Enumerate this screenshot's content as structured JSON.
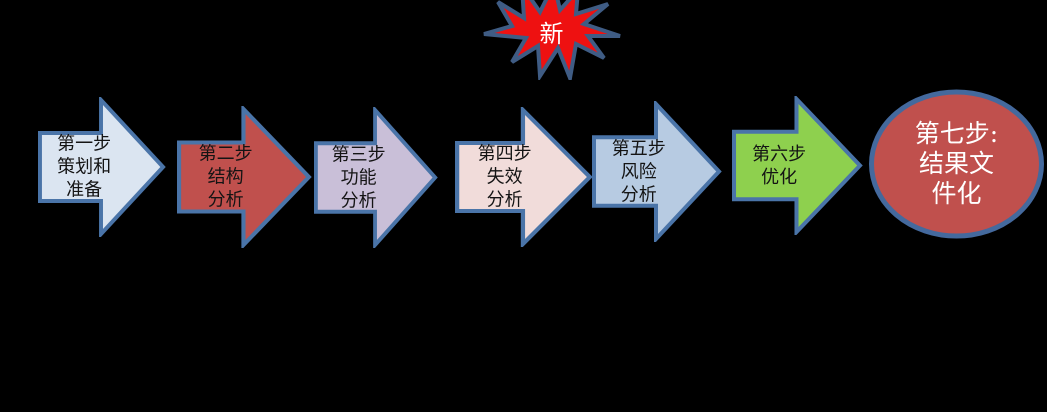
{
  "diagram": {
    "badge": {
      "label": "新",
      "fill": "#ee1111",
      "border": "#3f5c84",
      "text_color": "#ffffff"
    },
    "steps": [
      {
        "lines": [
          "第一步",
          "策划和",
          "准备"
        ],
        "fill": "#dbe5f1",
        "border": "#4a74a8",
        "text_color": "#141414"
      },
      {
        "lines": [
          "第二步",
          "结构",
          "分析"
        ],
        "fill": "#c0504d",
        "border": "#4a74a8",
        "text_color": "#141414"
      },
      {
        "lines": [
          "第三步",
          "功能",
          "分析"
        ],
        "fill": "#c9bfd8",
        "border": "#4a74a8",
        "text_color": "#141414"
      },
      {
        "lines": [
          "第四步",
          "失效",
          "分析"
        ],
        "fill": "#f1dcda",
        "border": "#4a74a8",
        "text_color": "#141414"
      },
      {
        "lines": [
          "第五步",
          "风险",
          "分析"
        ],
        "fill": "#b7cbe2",
        "border": "#4a74a8",
        "text_color": "#141414"
      },
      {
        "lines": [
          "第六步",
          "优化"
        ],
        "fill": "#8ed04e",
        "border": "#4a74a8",
        "text_color": "#141414"
      }
    ],
    "result": {
      "lines": [
        "第七步:",
        "结果文",
        "件化"
      ],
      "fill": "#c0504d",
      "border": "#44699d",
      "text_color": "#ffffff"
    }
  },
  "colors": {
    "background": "#000000"
  }
}
